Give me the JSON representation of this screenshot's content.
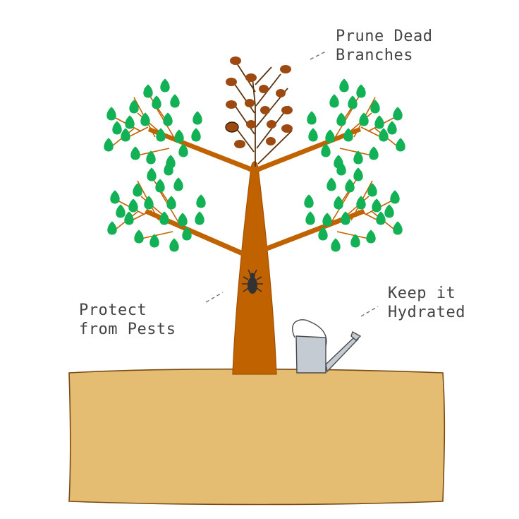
{
  "annotations": {
    "prune": "Prune Dead\nBranches",
    "pests": "Protect\nfrom Pests",
    "hydrate": "Keep it\nHydrated"
  },
  "colors": {
    "trunk": "#c06200",
    "trunk_outline": "#a34f00",
    "leaf": "#12b156",
    "dead_leaf": "#9c4a12",
    "dead_branch": "#5a3410",
    "soil": "#e4bd72",
    "soil_outline": "#7a4a14",
    "watering_can": "#c4cbd3",
    "can_outline": "#4a4a4a",
    "pest": "#333333",
    "text": "#444444",
    "leader_line": "#666666"
  }
}
